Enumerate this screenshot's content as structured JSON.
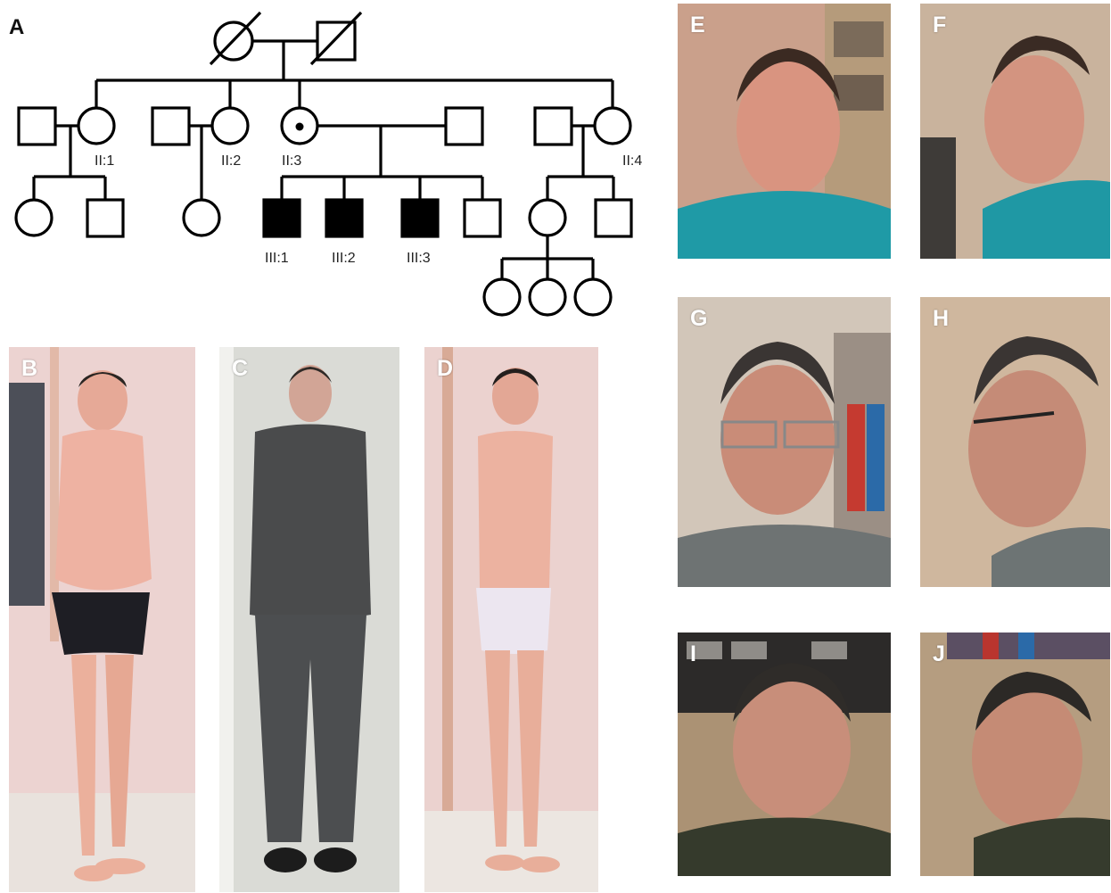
{
  "panels": {
    "A": "A",
    "B": "B",
    "C": "C",
    "D": "D",
    "E": "E",
    "F": "F",
    "G": "G",
    "H": "H",
    "I": "I",
    "J": "J"
  },
  "pedigree": {
    "labels": {
      "II_1": "II:1",
      "II_2": "II:2",
      "II_3": "II:3",
      "II_4": "II:4",
      "III_1": "III:1",
      "III_2": "III:2",
      "III_3": "III:3"
    }
  }
}
